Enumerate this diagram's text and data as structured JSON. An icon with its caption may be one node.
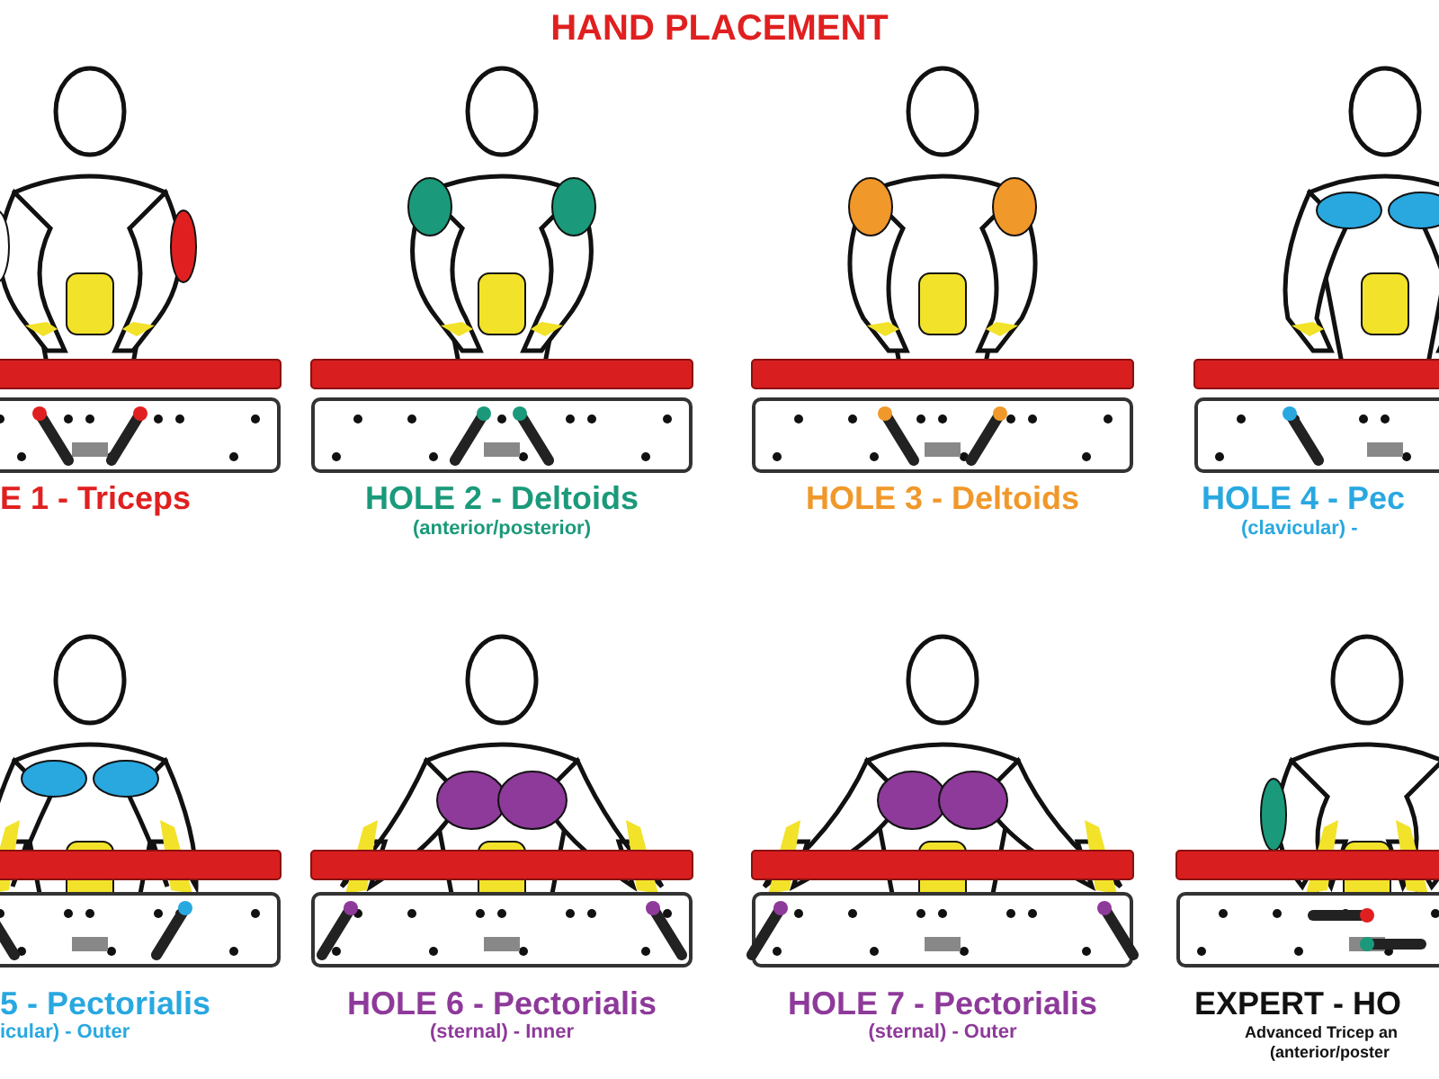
{
  "diagram": {
    "title": "HAND PLACEMENT",
    "labels": [
      "E 1 - Triceps",
      "HOLE 2 - Deltoids",
      "(anterior/posterior)",
      "HOLE 3 - Deltoids",
      "HOLE 4 - Pec",
      "(clavicular) -",
      "5 - Pectorialis",
      "icular) - Outer",
      "HOLE 6 - Pectorialis",
      "(sternal) - Inner",
      "HOLE 7 - Pectorialis",
      "(sternal) - Outer",
      "EXPERT - HO",
      "Advanced Tricep an",
      "(anterior/poster"
    ]
  }
}
